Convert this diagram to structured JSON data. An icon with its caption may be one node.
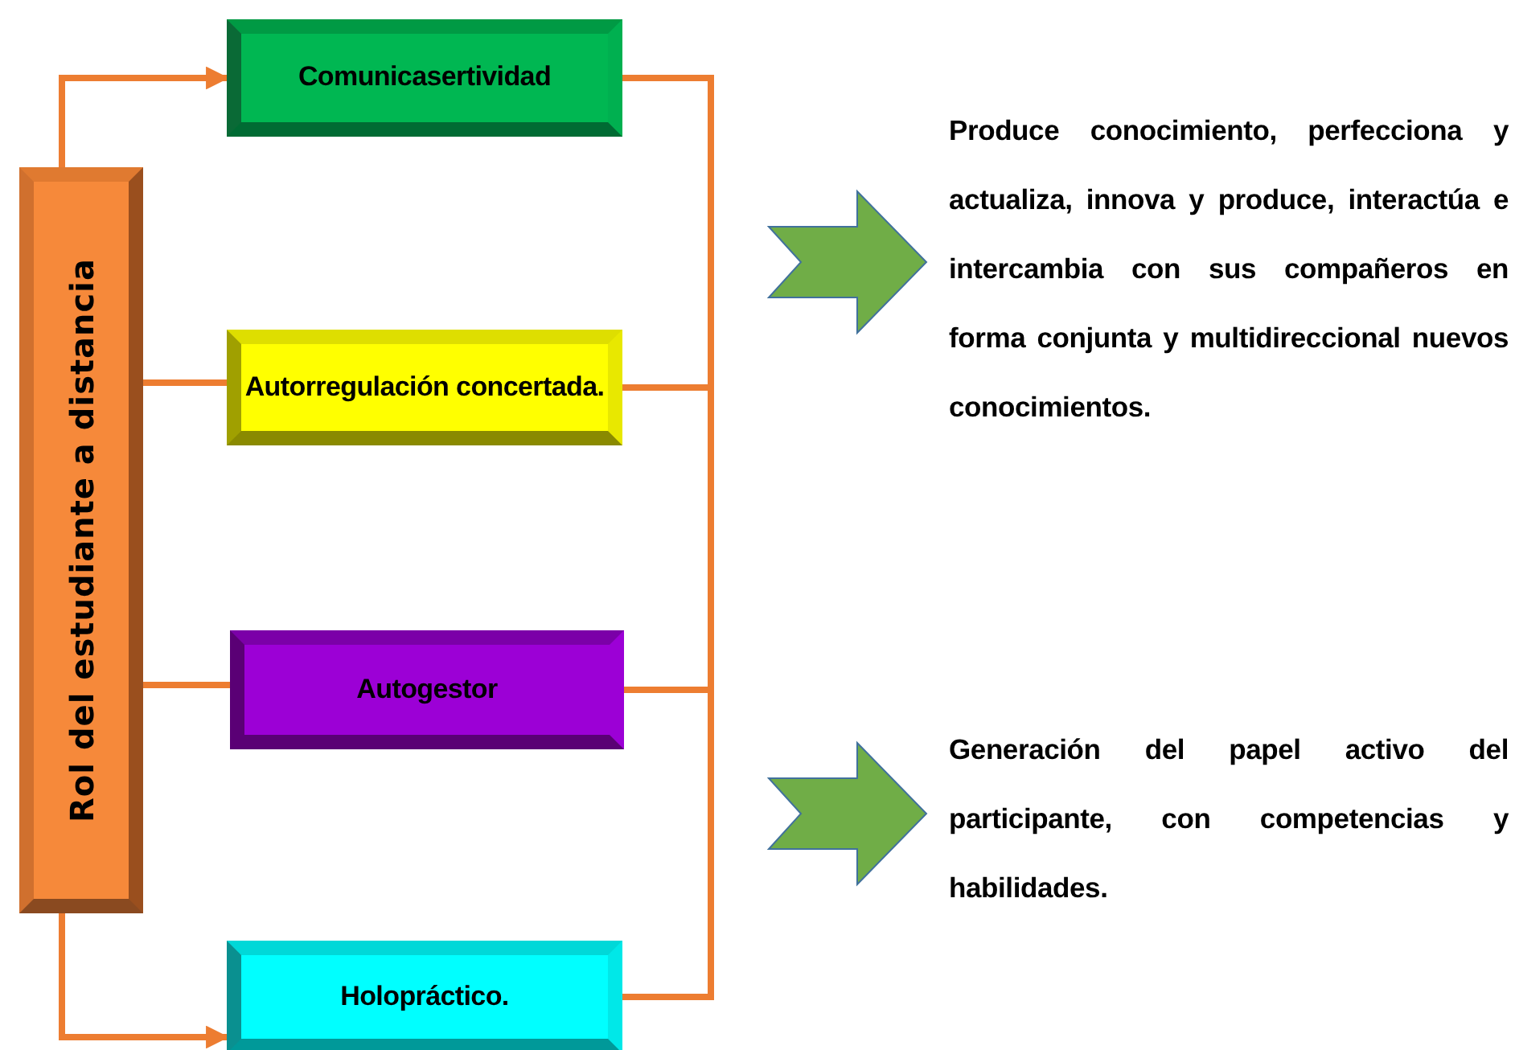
{
  "diagram": {
    "nodes": [
      {
        "text": [
          "Rol del estudiante a distancia"
        ]
      },
      {
        "text": [
          "Comunicasertividad"
        ]
      },
      {
        "text": [
          "Autorregulación concertada."
        ]
      },
      {
        "text": [
          "Autogestor"
        ]
      },
      {
        "text": [
          "Holopráctico."
        ]
      },
      {
        "text": [
          "Produce conocimiento, perfecciona y actualiza, innova y produce, interactúa e intercambia con sus compañeros en forma conjunta y multidireccional nuevos conocimientos."
        ]
      },
      {
        "text": [
          "Generación del papel activo del participante, con competencias y habilidades."
        ]
      }
    ],
    "edges": [
      {
        "from": 0,
        "to": 1,
        "arrow": "to"
      },
      {
        "from": 0,
        "to": 2,
        "arrow": "none"
      },
      {
        "from": 0,
        "to": 3,
        "arrow": "none"
      },
      {
        "from": 0,
        "to": 4,
        "arrow": "to"
      },
      {
        "from": 1,
        "to": null,
        "arrow": "none"
      },
      {
        "from": 2,
        "to": null,
        "arrow": "none"
      },
      {
        "from": 3,
        "to": null,
        "arrow": "none"
      },
      {
        "from": 4,
        "to": null,
        "arrow": "none"
      },
      {
        "from": null,
        "to": 5,
        "arrow": "to",
        "style": "thick",
        "color": "#70ad47"
      },
      {
        "from": null,
        "to": 6,
        "arrow": "to",
        "style": "thick",
        "color": "#70ad47"
      }
    ]
  }
}
